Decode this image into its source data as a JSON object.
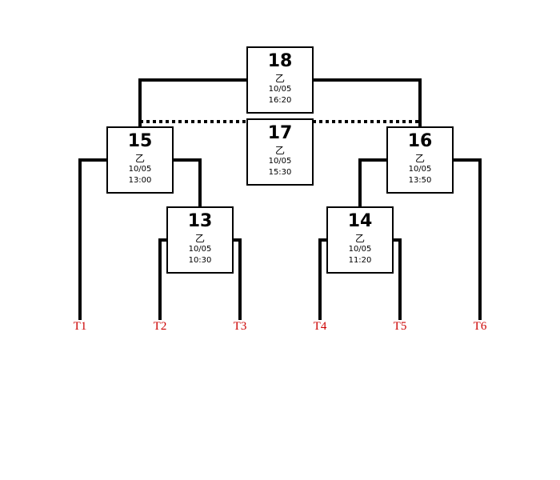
{
  "matches": [
    {
      "number": "18",
      "court": "乙",
      "date": "10/05",
      "time": "16:20"
    },
    {
      "number": "17",
      "court": "乙",
      "date": "10/05",
      "time": "15:30"
    },
    {
      "number": "15",
      "court": "乙",
      "date": "10/05",
      "time": "13:00"
    },
    {
      "number": "16",
      "court": "乙",
      "date": "10/05",
      "time": "13:50"
    },
    {
      "number": "13",
      "court": "乙",
      "date": "10/05",
      "time": "10:30"
    },
    {
      "number": "14",
      "court": "乙",
      "date": "10/05",
      "time": "11:20"
    }
  ],
  "teams": [
    "T1",
    "T2",
    "T3",
    "T4",
    "T5",
    "T6"
  ],
  "colors": {
    "line": "#000000",
    "team_label": "#cc0000",
    "box_border": "#000000"
  }
}
